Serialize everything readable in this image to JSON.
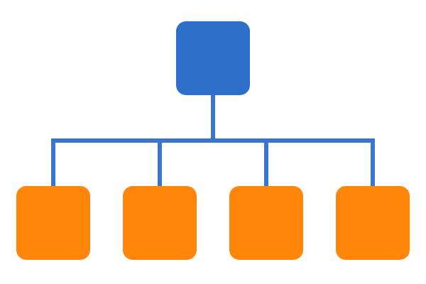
{
  "diagram": {
    "type": "hierarchy",
    "root": {
      "id": "root",
      "label": "",
      "color": "#2f6fcc"
    },
    "children": [
      {
        "id": "child-1",
        "label": "",
        "color": "#ff8608"
      },
      {
        "id": "child-2",
        "label": "",
        "color": "#ff8608"
      },
      {
        "id": "child-3",
        "label": "",
        "color": "#ff8608"
      },
      {
        "id": "child-4",
        "label": "",
        "color": "#ff8608"
      }
    ],
    "connector_color": "#3a76cf"
  }
}
